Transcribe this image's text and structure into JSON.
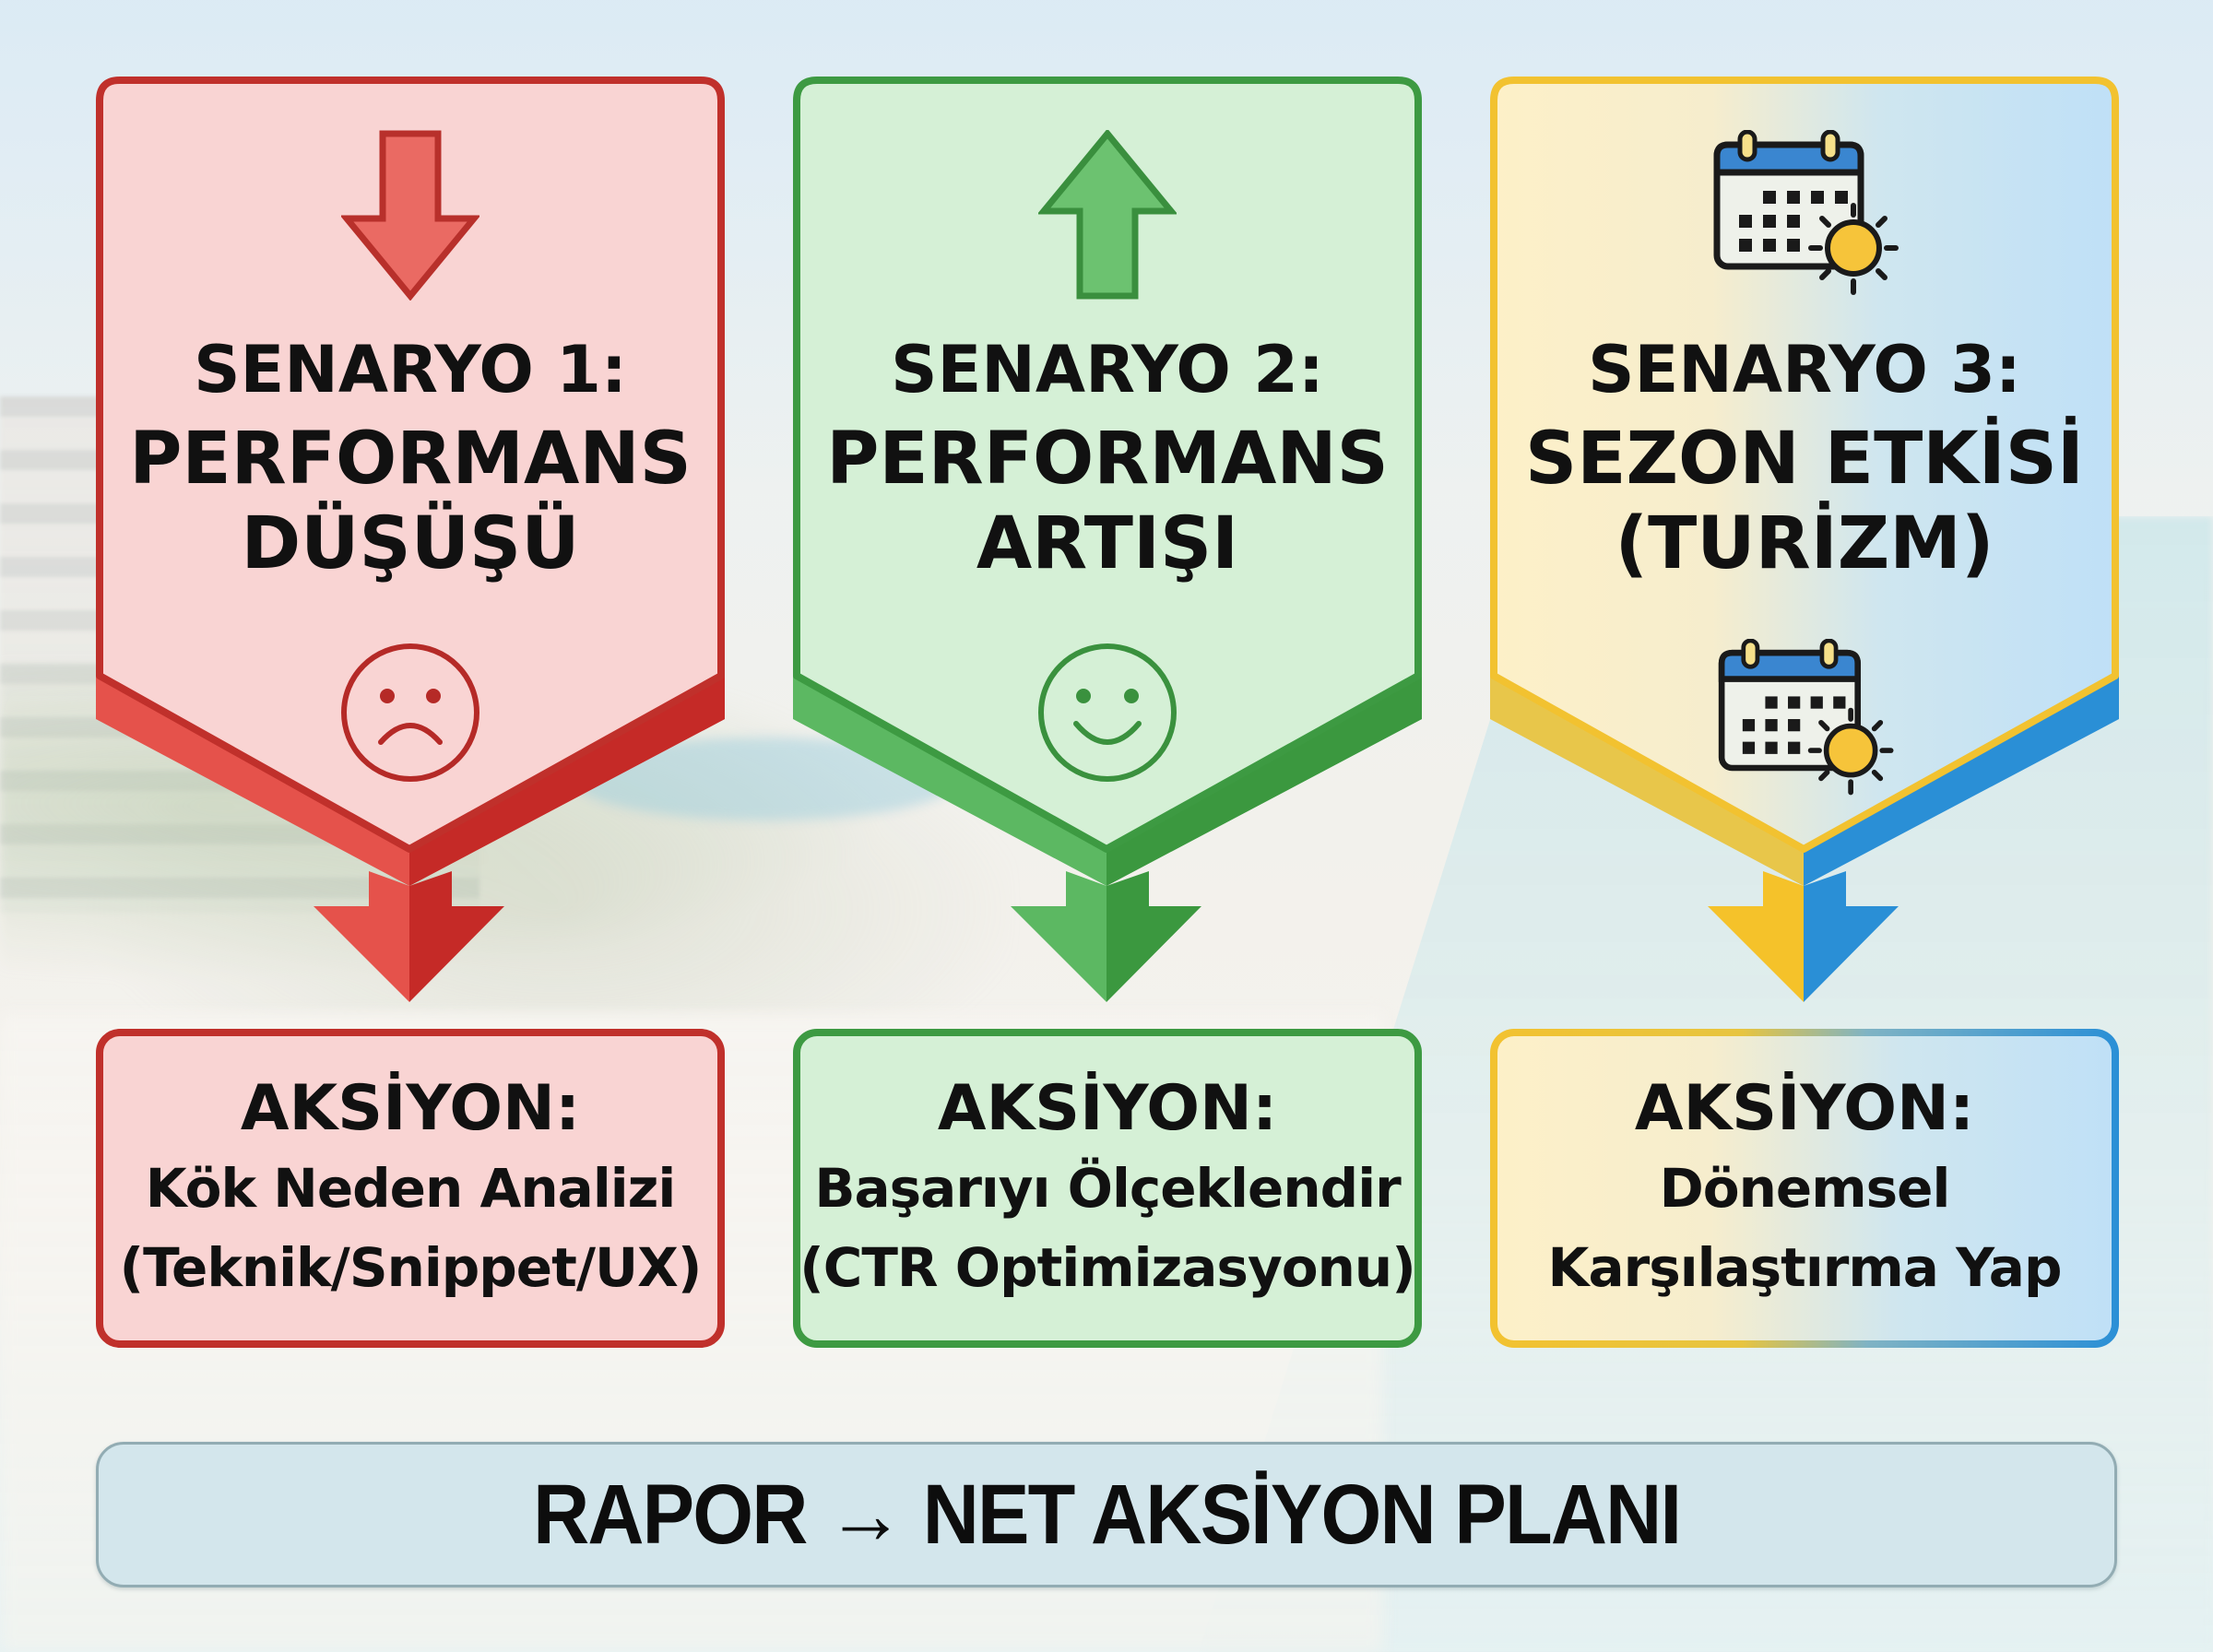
{
  "scenarios": [
    {
      "id": "scenario-1",
      "title_line1": "SENARYO 1:",
      "title_line2": "PERFORMANS",
      "title_line3": "DÜŞÜŞÜ",
      "top_icon": "down-arrow-icon",
      "bottom_icon": "sad-face-icon",
      "colors": {
        "fill": "#f9d4d3",
        "border": "#c0302b",
        "accent": "#e5524b",
        "accent_dark": "#c52a27"
      },
      "action": {
        "heading": "AKSİYON:",
        "line1": "Kök Neden Analizi",
        "line2": "(Teknik/Snippet/UX)"
      }
    },
    {
      "id": "scenario-2",
      "title_line1": "SENARYO 2:",
      "title_line2": "PERFORMANS",
      "title_line3": "ARTIŞI",
      "top_icon": "up-arrow-icon",
      "bottom_icon": "smiley-face-icon",
      "colors": {
        "fill": "#d5f0d6",
        "border": "#3d9a42",
        "accent": "#5cb862",
        "accent_dark": "#3b983f"
      },
      "action": {
        "heading": "AKSİYON:",
        "line1": "Başarıyı Ölçeklendir",
        "line2": "(CTR Optimizasyonu)"
      }
    },
    {
      "id": "scenario-3",
      "title_line1": "SENARYO 3:",
      "title_line2": "SEZON ETKİSİ",
      "title_line3": "(TURİZM)",
      "top_icon": "calendar-sun-icon",
      "bottom_icon": "calendar-sun-icon",
      "colors": {
        "fill_left": "#fdf0c8",
        "fill_right": "#bfe0f7",
        "border_left": "#f2c230",
        "border_right": "#2a8fd6"
      },
      "action": {
        "heading": "AKSİYON:",
        "line1": "Dönemsel",
        "line2": "Karşılaştırma Yap"
      }
    }
  ],
  "footer": {
    "text": "RAPOR → NET AKSİYON PLANI",
    "colors": {
      "fill": "#d3e6ec",
      "border": "#92acb3"
    }
  }
}
